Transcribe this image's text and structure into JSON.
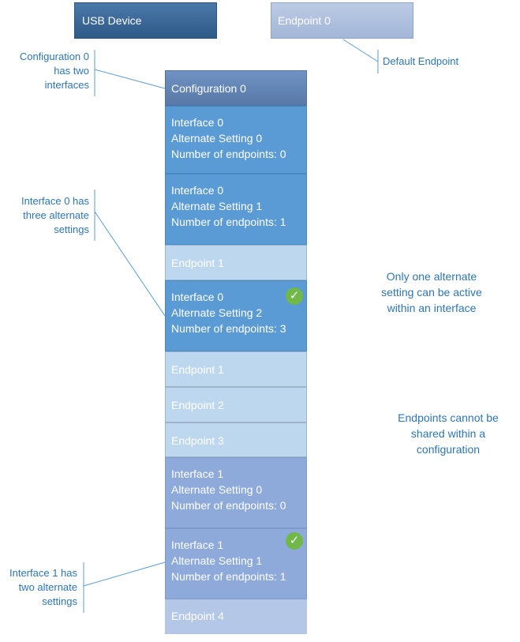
{
  "top": {
    "usb_device": "USB Device",
    "endpoint0": "Endpoint 0"
  },
  "configuration": "Configuration 0",
  "blocks": {
    "i0a0": [
      "Interface 0",
      "Alternate Setting 0",
      "Number of endpoints: 0"
    ],
    "i0a1": [
      "Interface 0",
      "Alternate Setting 1",
      "Number of endpoints: 1"
    ],
    "i0a1_ep1": "Endpoint 1",
    "i0a2": [
      "Interface 0",
      "Alternate Setting 2",
      "Number of endpoints: 3"
    ],
    "i0a2_ep1": "Endpoint 1",
    "i0a2_ep2": "Endpoint 2",
    "i0a2_ep3": "Endpoint 3",
    "i1a0": [
      "Interface 1",
      "Alternate Setting 0",
      "Number of endpoints: 0"
    ],
    "i1a1": [
      "Interface 1",
      "Alternate Setting 1",
      "Number of endpoints: 1"
    ],
    "i1a1_ep4": "Endpoint 4"
  },
  "annotations": {
    "default_endpoint": "Default Endpoint",
    "config_note": [
      "Configuration 0",
      "has two",
      "interfaces"
    ],
    "iface0_note": [
      "Interface 0 has",
      "three alternate",
      "settings"
    ],
    "iface1_note": [
      "Interface 1 has",
      "two alternate",
      "settings"
    ],
    "alt_active_note": [
      "Only one alternate",
      "setting can be active",
      "within an interface"
    ],
    "endpoints_note": [
      "Endpoints cannot be",
      "shared within a",
      "configuration"
    ]
  },
  "icons": {
    "active_marker": "check-circle-icon"
  },
  "colors": {
    "usb_device": "#2e5a88",
    "endpoint0": "#a3b6d8",
    "configuration": "#5878a8",
    "interface0": "#5b9bd5",
    "interface1": "#8eaadb",
    "endpoint": "#bdd7ee",
    "endpoint4": "#b4c7e7",
    "annotation_text": "#2e75b6",
    "active_check": "#70b847"
  }
}
